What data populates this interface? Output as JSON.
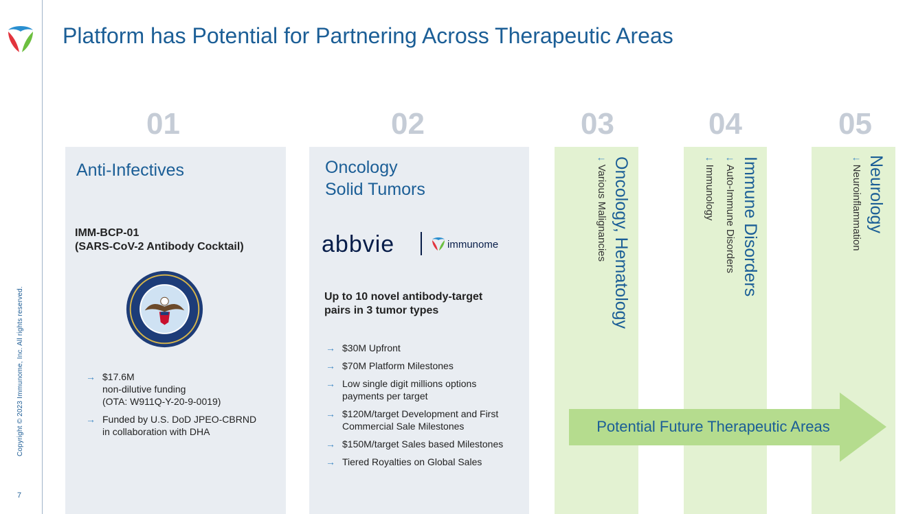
{
  "title": "Platform has Potential for Partnering Across Therapeutic Areas",
  "sidebar": {
    "copyright": "Copyright © 2023 Immunome, Inc. All rights reserved.",
    "page_number": "7"
  },
  "numbers": [
    "01",
    "02",
    "03",
    "04",
    "05"
  ],
  "area1": {
    "title": "Anti-Infectives",
    "product_line1": "IMM-BCP-01",
    "product_line2": "(SARS-CoV-2 Antibody Cocktail)",
    "bullets": [
      {
        "lines": [
          "$17.6M",
          "non-dilutive funding",
          "(OTA: W911Q-Y-20-9-0019)"
        ]
      },
      {
        "lines": [
          "Funded by U.S. DoD JPEO-CBRND",
          "in collaboration with DHA"
        ]
      }
    ]
  },
  "area2": {
    "title_line1": "Oncology",
    "title_line2": "Solid Tumors",
    "partner_name": "abbvie",
    "company_name": "immunome",
    "deal_line1": "Up to 10 novel antibody-target",
    "deal_line2": "pairs in 3 tumor types",
    "bullets": [
      {
        "lines": [
          "$30M Upfront"
        ]
      },
      {
        "lines": [
          "$70M Platform Milestones"
        ]
      },
      {
        "lines": [
          "Low single digit millions options",
          "payments per target"
        ]
      },
      {
        "lines": [
          "$120M/target Development and First",
          "Commercial Sale Milestones"
        ]
      },
      {
        "lines": [
          "$150M/target Sales based Milestones"
        ]
      },
      {
        "lines": [
          "Tiered Royalties on Global Sales"
        ]
      }
    ]
  },
  "area3": {
    "title": "Oncology, Hematology",
    "sub1": "Various Malignancies"
  },
  "area4": {
    "title": "Immune Disorders",
    "sub1": "Auto-Immune Disorders",
    "sub2": "Immunology"
  },
  "area5": {
    "title": "Neurology",
    "sub1": "Neuroinflammation"
  },
  "arrow_label": "Potential Future Therapeutic Areas",
  "arrow_glyph": "→",
  "down_arrow_glyph": "↓",
  "colors": {
    "title_blue": "#1b5e96",
    "number_gray": "#c5ccd6",
    "panel_gray": "#e9edf2",
    "panel_green": "#e3f2d2",
    "arrow_green": "#b5dc8e"
  },
  "icons": {
    "logo": "immunome-logo-icon",
    "seal": "dod-seal-icon"
  }
}
